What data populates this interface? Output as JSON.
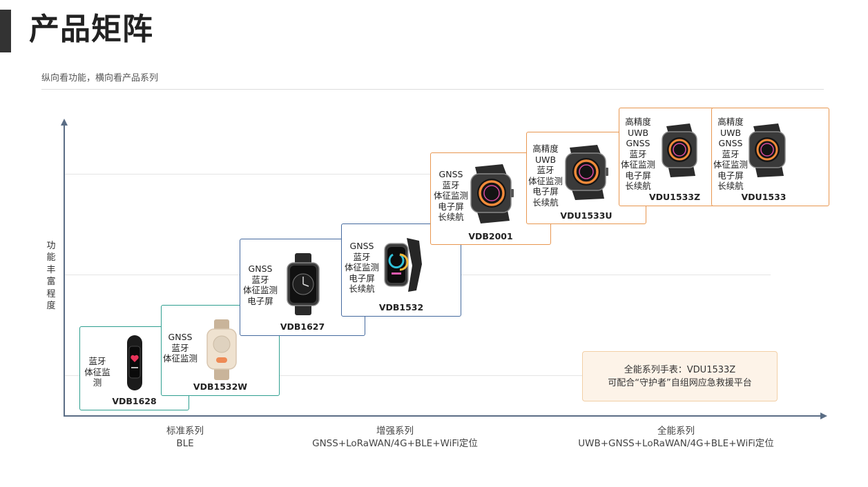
{
  "header": {
    "title": "产品矩阵",
    "subtitle": "纵向看功能，横向看产品系列"
  },
  "axis": {
    "y_label": "功\n能\n丰\n富\n程\n度"
  },
  "series": [
    {
      "name": "标准系列",
      "protocol": "BLE"
    },
    {
      "name": "增强系列",
      "protocol": "GNSS+LoRaWAN/4G+BLE+WiFi定位"
    },
    {
      "name": "全能系列",
      "protocol": "UWB+GNSS+LoRaWAN/4G+BLE+WiFi定位"
    }
  ],
  "products": [
    {
      "model": "VDB1628",
      "features": "蓝牙\n体征监\n测",
      "tier": "teal"
    },
    {
      "model": "VDB1532W",
      "features": "GNSS\n蓝牙\n体征监测",
      "tier": "teal"
    },
    {
      "model": "VDB1627",
      "features": "GNSS\n蓝牙\n体征监测\n电子屏",
      "tier": "blue"
    },
    {
      "model": "VDB1532",
      "features": "GNSS\n蓝牙\n体征监测\n电子屏\n长续航",
      "tier": "blue"
    },
    {
      "model": "VDB2001",
      "features": "GNSS\n蓝牙\n体征监测\n电子屏\n长续航",
      "tier": "orange"
    },
    {
      "model": "VDU1533U",
      "features": "高精度\nUWB\n蓝牙\n体征监测\n电子屏\n长续航",
      "tier": "orange"
    },
    {
      "model": "VDU1533Z",
      "features": "高精度\nUWB\nGNSS\n蓝牙\n体征监测\n电子屏\n长续航",
      "tier": "orange"
    },
    {
      "model": "VDU1533",
      "features": "高精度\nUWB\nGNSS\n蓝牙\n体征监测\n电子屏\n长续航",
      "tier": "orange"
    }
  ],
  "note": {
    "line1": "全能系列手表：VDU1533Z",
    "line2": "可配合“守护者”自组网应急救援平台"
  },
  "colors": {
    "standard": "#2e9e8f",
    "enhanced": "#44699e",
    "allround": "#e8964f",
    "axis": "#5a6d85"
  }
}
